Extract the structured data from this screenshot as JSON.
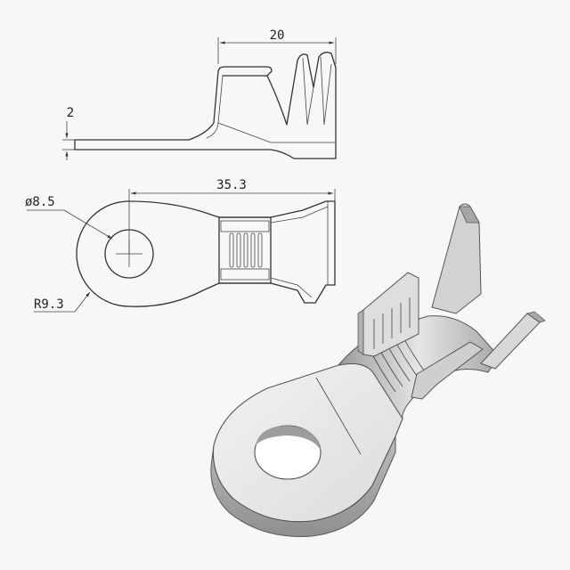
{
  "dimensions": {
    "top_width": "20",
    "thickness": "2",
    "length": "35.3",
    "hole_diameter": "ø8.5",
    "ring_radius": "R9.3"
  }
}
